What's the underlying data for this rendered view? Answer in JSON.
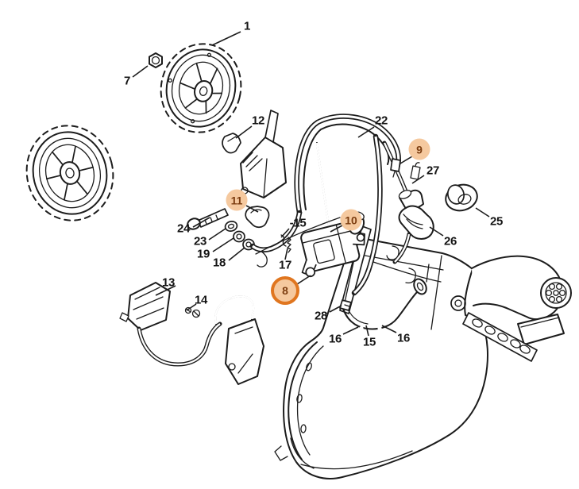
{
  "diagram": {
    "kind": "exploded-parts-diagram",
    "background_color": "#ffffff",
    "line_color": "#1c1c1c",
    "highlight_fill": "#f5c99f",
    "highlight_ring_color": "#e0761f",
    "highlight_number_color": "#7c3d10",
    "label_color": "#141414"
  },
  "callouts": [
    {
      "text": "1",
      "highlighted": false
    },
    {
      "text": "7",
      "highlighted": false
    },
    {
      "text": "12",
      "highlighted": false
    },
    {
      "text": "24",
      "highlighted": false
    },
    {
      "text": "23",
      "highlighted": false
    },
    {
      "text": "19",
      "highlighted": false
    },
    {
      "text": "18",
      "highlighted": false
    },
    {
      "text": "13",
      "highlighted": false
    },
    {
      "text": "14",
      "highlighted": false
    },
    {
      "text": "-15",
      "highlighted": false
    },
    {
      "text": "17",
      "highlighted": false
    },
    {
      "text": "22",
      "highlighted": false
    },
    {
      "text": "27",
      "highlighted": false
    },
    {
      "text": "25",
      "highlighted": false
    },
    {
      "text": "26",
      "highlighted": false
    },
    {
      "text": "28",
      "highlighted": false
    },
    {
      "text": "16",
      "highlighted": false
    },
    {
      "text": "15",
      "highlighted": false
    },
    {
      "text": "16",
      "highlighted": false
    },
    {
      "text": "9",
      "highlighted": true,
      "ring": false
    },
    {
      "text": "10",
      "highlighted": true,
      "ring": false
    },
    {
      "text": "11",
      "highlighted": true,
      "ring": false
    },
    {
      "text": "8",
      "highlighted": true,
      "ring": true
    }
  ]
}
